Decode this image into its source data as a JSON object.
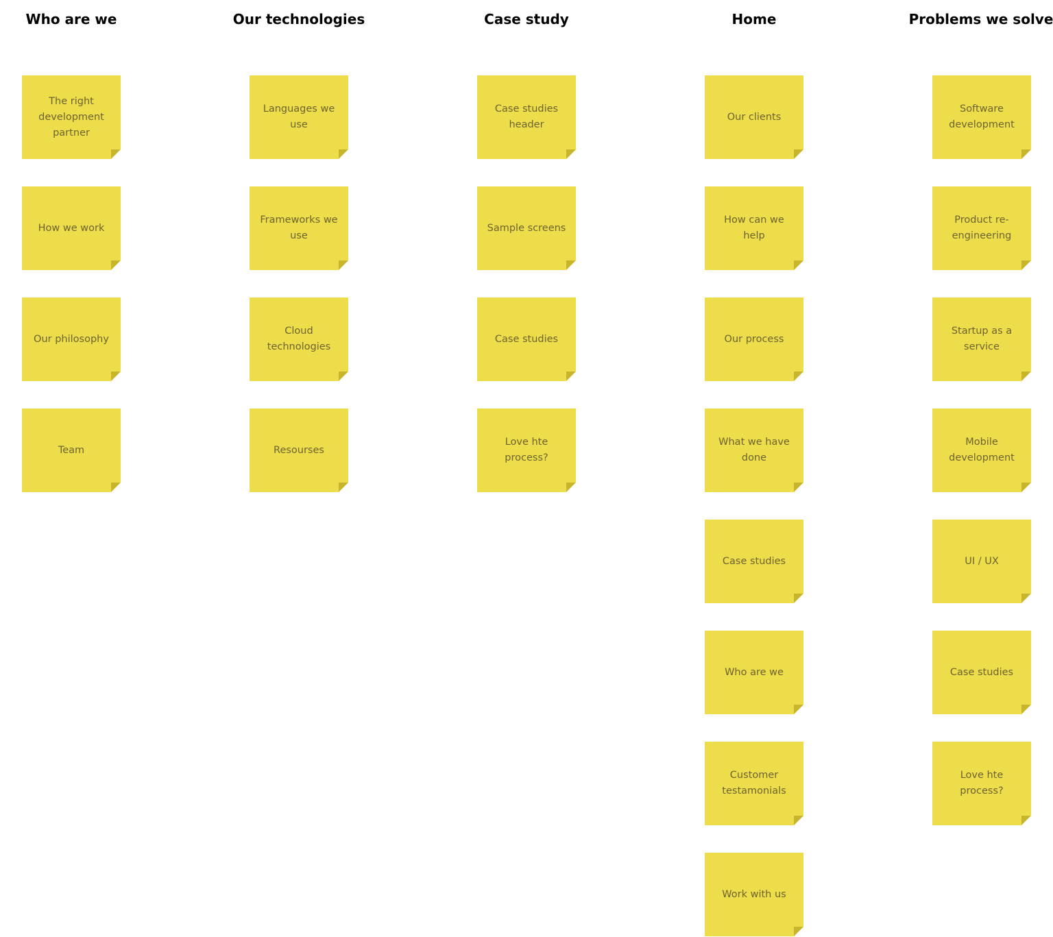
{
  "colors": {
    "note_fill": "#eedd4a",
    "note_fold": "#c9b52c",
    "note_text": "#6b6330",
    "heading_text": "#000000",
    "background": "#ffffff"
  },
  "columns": [
    {
      "heading": "Who are we",
      "notes": [
        "The right development partner",
        "How we work",
        "Our philosophy",
        "Team"
      ]
    },
    {
      "heading": "Our technologies",
      "notes": [
        "Languages we use",
        "Frameworks we use",
        "Cloud technologies",
        "Resourses"
      ]
    },
    {
      "heading": "Case study",
      "notes": [
        "Case studies header",
        "Sample screens",
        "Case studies",
        "Love hte process?"
      ]
    },
    {
      "heading": "Home",
      "notes": [
        "Our clients",
        "How can we help",
        "Our process",
        "What we have done",
        "Case studies",
        "Who are we",
        "Customer testamonials",
        "Work with us"
      ]
    },
    {
      "heading": "Problems we solve",
      "notes": [
        "Software development",
        "Product re-engineering",
        "Startup as a service",
        "Mobile development",
        "UI / UX",
        "Case studies",
        "Love hte process?"
      ]
    }
  ]
}
